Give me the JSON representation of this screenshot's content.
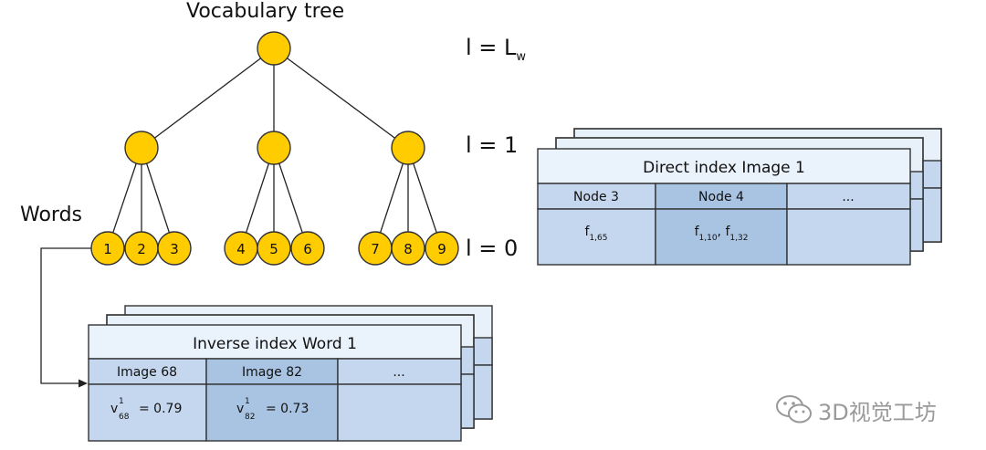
{
  "tree": {
    "title": "Vocabulary tree",
    "words_label": "Words",
    "level_top": "l = L",
    "level_top_sub": "w",
    "level_mid": "l = 1",
    "level_bottom": "l = 0",
    "leaves": [
      "1",
      "2",
      "3",
      "4",
      "5",
      "6",
      "7",
      "8",
      "9"
    ],
    "node_color": "#FFCC00",
    "node_stroke": "#333333"
  },
  "direct_index": {
    "title": "Direct index Image 1",
    "headers": [
      "Node 3",
      "Node 4",
      "..."
    ],
    "cells": [
      {
        "base": "f",
        "sub": "1,65"
      },
      {
        "base": "f",
        "sub": "1,10",
        "sep": ", ",
        "base2": "f",
        "sub2": "1,32"
      },
      {
        "base": ""
      }
    ]
  },
  "inverse_index": {
    "title": "Inverse index Word 1",
    "headers": [
      "Image 68",
      "Image 82",
      "..."
    ],
    "cells": [
      {
        "base": "v",
        "sup": "1",
        "sub": "68",
        "value": "= 0.79"
      },
      {
        "base": "v",
        "sup": "1",
        "sub": "82",
        "value": "= 0.73"
      },
      {
        "base": ""
      }
    ]
  },
  "colors": {
    "title_bg": "#EAF2FC",
    "row_bg": "#C5D7EE",
    "highlight_bg": "#A9C4E3",
    "back_bg": "#E8F0FA",
    "border": "#333333"
  },
  "watermark": {
    "text": "3D视觉工坊",
    "icon": "wechat-icon"
  }
}
